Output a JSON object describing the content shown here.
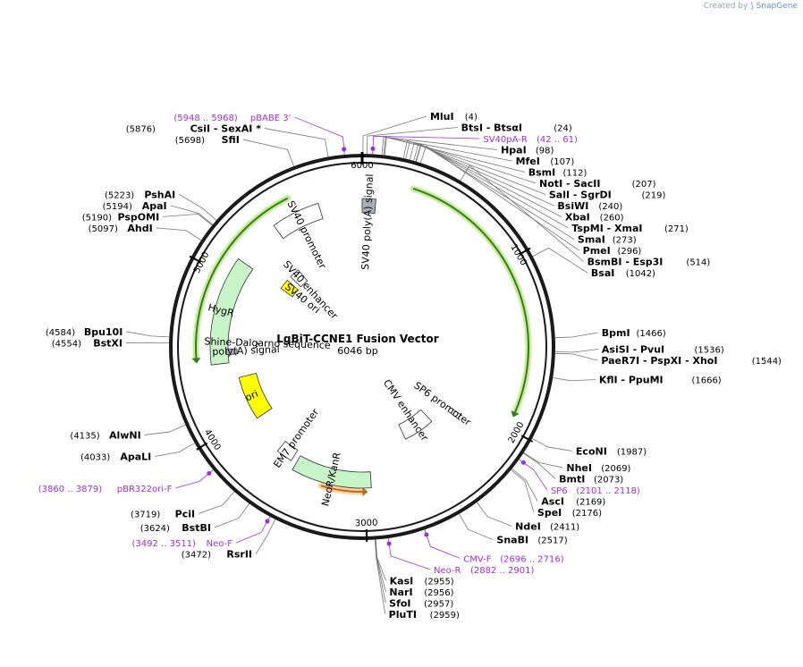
{
  "header": {
    "credit_prefix": "Created by",
    "credit_brand": "SnapGene"
  },
  "map": {
    "title": "LgBiT-CCNE1 Fusion Vector",
    "subtitle": "6046 bp",
    "length": 6046,
    "ring_color": "#1a1a1a",
    "primer_color": "#9b30d9",
    "ticks": [
      {
        "pos": 0,
        "label": "6000",
        "major": true
      },
      {
        "pos": 1000,
        "label": "1000"
      },
      {
        "pos": 2000,
        "label": "2000"
      },
      {
        "pos": 3000,
        "label": "3000"
      },
      {
        "pos": 4000,
        "label": "4000"
      },
      {
        "pos": 5000,
        "label": "5000"
      }
    ],
    "features": [
      {
        "name": "HygR",
        "start": 5130,
        "end": 4420,
        "fill": "#c8f5c8",
        "label_mode": "arc"
      },
      {
        "name": "NeoR/KanR",
        "start": 3520,
        "end": 2960,
        "fill": "#c8f5c8",
        "label_mode": "arc"
      },
      {
        "name": "ori",
        "start": 4300,
        "end": 3960,
        "fill": "#ffff00",
        "label_mode": "arc"
      },
      {
        "name": "SV40 promoter",
        "start": 5760,
        "end": 5440,
        "fill": "#ffffff",
        "label_mode": "outside"
      },
      {
        "name": "EM7 promoter",
        "start": 3680,
        "end": 3560,
        "fill": "#ffffff",
        "label_mode": "outside"
      },
      {
        "name": "SP6 promoter",
        "start": 2130,
        "end": 2090,
        "fill": "#ffffff",
        "label_mode": "outside"
      },
      {
        "name": "CMV enhancer",
        "start": 2300,
        "end": 2600,
        "fill": "#ffffff",
        "label_mode": "outside"
      },
      {
        "name": "SV40 enhancer",
        "start": 5380,
        "end": 5280,
        "fill": "#ffffff",
        "label_mode": "outside"
      },
      {
        "name": "SV40 ori",
        "start": 5235,
        "end": 5135,
        "fill": "#ffff00",
        "label_mode": "outside"
      },
      {
        "name": "SV40 poly(A) signal",
        "start": 90,
        "end": 0,
        "fill": "#a9aeb8",
        "label_mode": "outside"
      },
      {
        "name": "poly(A) signal",
        "start": 4520,
        "end": 4480,
        "fill": "#a9aeb8",
        "label_mode": "outside"
      },
      {
        "name": "Shine-Dalgarno sequence",
        "start": 4560,
        "end": 4570,
        "fill": "#555555",
        "label_mode": "outside"
      }
    ],
    "orf_arcs": [
      {
        "start": 5600,
        "end": 4470,
        "color": "#3a7a1a",
        "glow": "#c6ee9a"
      },
      {
        "start": 300,
        "end": 1900,
        "color": "#3a7a1a",
        "glow": "#c6ee9a"
      },
      {
        "start": 3300,
        "end": 3020,
        "color": "#b86a1a",
        "glow": "#ffd299"
      }
    ],
    "sites": [
      {
        "name": "MluI",
        "pos_text": "(4)",
        "pos": 4
      },
      {
        "name": "BtsI",
        "alt": "- BtsαI",
        "pos_text": "(24)",
        "pos": 24
      },
      {
        "name": "HpaI",
        "pos_text": "(98)",
        "pos": 98
      },
      {
        "name": "MfeI",
        "pos_text": "(107)",
        "pos": 107
      },
      {
        "name": "BsmI",
        "pos_text": "(112)",
        "pos": 112
      },
      {
        "name": "NotI",
        "alt": "- SacII",
        "pos_text": "(207)",
        "pos": 207
      },
      {
        "name": "SalI",
        "alt": "- SgrDI",
        "pos_text": "(219)",
        "pos": 219
      },
      {
        "name": "BsiWI",
        "pos_text": "(240)",
        "pos": 240
      },
      {
        "name": "XbaI",
        "pos_text": "(260)",
        "pos": 260
      },
      {
        "name": "TspMI",
        "alt": "- XmaI",
        "pos_text": "(271)",
        "pos": 271
      },
      {
        "name": "SmaI",
        "pos_text": "(273)",
        "pos": 273
      },
      {
        "name": "PmeI",
        "pos_text": "(296)",
        "pos": 296
      },
      {
        "name": "BsmBI",
        "alt": "- Esp3I",
        "pos_text": "(514)",
        "pos": 514
      },
      {
        "name": "BsaI",
        "pos_text": "(1042)",
        "pos": 1042
      },
      {
        "name": "BpmI",
        "pos_text": "(1466)",
        "pos": 1466
      },
      {
        "name": "AsiSI",
        "alt": "- PvuI",
        "pos_text": "(1536)",
        "pos": 1536
      },
      {
        "name": "PaeR7I",
        "alt": "- PspXI - XhoI",
        "pos_text": "(1544)",
        "pos": 1544
      },
      {
        "name": "KflI",
        "alt": "- PpuMI",
        "pos_text": "(1666)",
        "pos": 1666
      },
      {
        "name": "EcoNI",
        "pos_text": "(1987)",
        "pos": 1987
      },
      {
        "name": "NheI",
        "pos_text": "(2069)",
        "pos": 2069
      },
      {
        "name": "BmtI",
        "pos_text": "(2073)",
        "pos": 2073
      },
      {
        "name": "AscI",
        "pos_text": "(2169)",
        "pos": 2169
      },
      {
        "name": "SpeI",
        "pos_text": "(2176)",
        "pos": 2176
      },
      {
        "name": "NdeI",
        "pos_text": "(2411)",
        "pos": 2411
      },
      {
        "name": "SnaBI",
        "pos_text": "(2517)",
        "pos": 2517
      },
      {
        "name": "KasI",
        "pos_text": "(2955)",
        "pos": 2955
      },
      {
        "name": "NarI",
        "pos_text": "(2956)",
        "pos": 2956
      },
      {
        "name": "SfoI",
        "pos_text": "(2957)",
        "pos": 2957
      },
      {
        "name": "PluTI",
        "pos_text": "(2959)",
        "pos": 2959
      },
      {
        "name": "RsrII",
        "pos_text": "(3472)",
        "pos": 3472
      },
      {
        "name": "BstBI",
        "pos_text": "(3624)",
        "pos": 3624
      },
      {
        "name": "PciI",
        "pos_text": "(3719)",
        "pos": 3719
      },
      {
        "name": "ApaLI",
        "pos_text": "(4033)",
        "pos": 4033
      },
      {
        "name": "AlwNI",
        "pos_text": "(4135)",
        "pos": 4135
      },
      {
        "name": "BstXI",
        "pos_text": "(4554)",
        "pos": 4554
      },
      {
        "name": "Bpu10I",
        "pos_text": "(4584)",
        "pos": 4584
      },
      {
        "name": "AhdI",
        "pos_text": "(5097)",
        "pos": 5097
      },
      {
        "name": "PspOMI",
        "pos_text": "(5190)",
        "pos": 5190
      },
      {
        "name": "ApaI",
        "pos_text": "(5194)",
        "pos": 5194
      },
      {
        "name": "PshAI",
        "pos_text": "(5223)",
        "pos": 5223
      },
      {
        "name": "SfiI",
        "pos_text": "(5698)",
        "pos": 5698
      },
      {
        "name": "CsiI",
        "alt": "- SexAI *",
        "pos_text": "(5876)",
        "pos": 5876
      }
    ],
    "primers": [
      {
        "name": "pBABE 3'",
        "range": "(5948 .. 5968)",
        "pos": 5958
      },
      {
        "name": "SV40pA-R",
        "range": "(42 .. 61)",
        "pos": 52
      },
      {
        "name": "SP6",
        "range": "(2101 .. 2118)",
        "pos": 2110
      },
      {
        "name": "CMV-F",
        "range": "(2696 .. 2716)",
        "pos": 2706
      },
      {
        "name": "Neo-R",
        "range": "(2882 .. 2901)",
        "pos": 2892
      },
      {
        "name": "Neo-F",
        "range": "(3492 .. 3511)",
        "pos": 3502
      },
      {
        "name": "pBR322ori-F",
        "range": "(3860 .. 3879)",
        "pos": 3870
      }
    ]
  }
}
